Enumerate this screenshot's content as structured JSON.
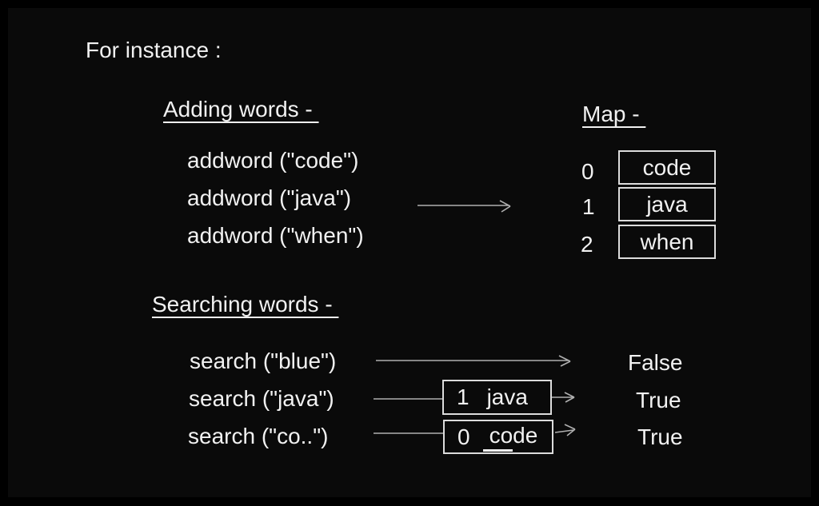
{
  "colors": {
    "background": "#000000",
    "slide": "#0a0a0a",
    "text": "#f1f1f1",
    "line": "#b0b0b0",
    "border": "#dcdcdc"
  },
  "intro": "For instance :",
  "adding": {
    "heading": "Adding words - ",
    "calls": [
      "addword (\"code\")",
      "addword (\"java\")",
      "addword (\"when\")"
    ]
  },
  "map": {
    "heading": "Map - ",
    "entries": [
      {
        "index": "0",
        "word": "code"
      },
      {
        "index": "1",
        "word": "java"
      },
      {
        "index": "2",
        "word": "when"
      }
    ]
  },
  "searching": {
    "heading": "Searching words - ",
    "rows": [
      {
        "call": "search (\"blue\")",
        "result": "False"
      },
      {
        "call": "search (\"java\")",
        "result": "True"
      },
      {
        "call": "search (\"co..\")",
        "result": "True"
      }
    ],
    "java_box": {
      "index": "1",
      "word": "java"
    },
    "code_box": {
      "index": "0",
      "word_underlined": "co",
      "word_rest": "de"
    }
  }
}
